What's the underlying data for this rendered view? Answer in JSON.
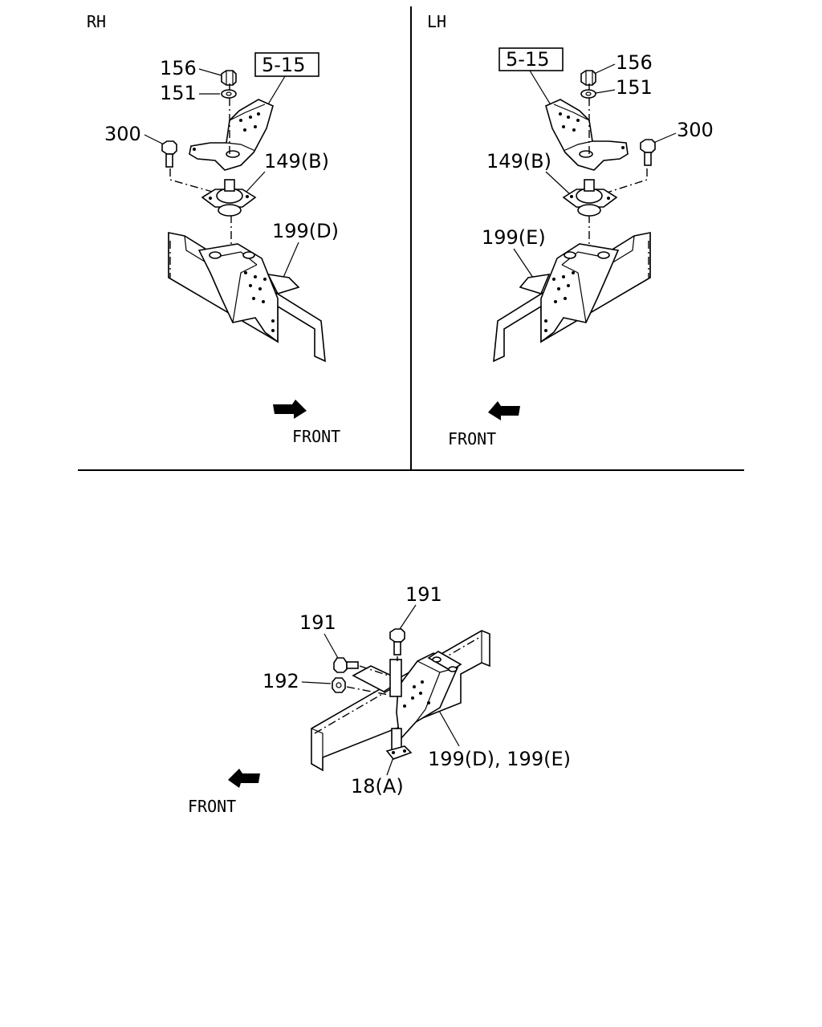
{
  "panels": {
    "rh": {
      "side_label": "RH",
      "ref_box": "5-15",
      "callouts": {
        "nut": "156",
        "washer": "151",
        "bolt": "300",
        "mount": "149(B)",
        "bracket": "199(D)"
      },
      "front_label": "FRONT"
    },
    "lh": {
      "side_label": "LH",
      "ref_box": "5-15",
      "callouts": {
        "nut": "156",
        "washer": "151",
        "bolt": "300",
        "mount": "149(B)",
        "bracket": "199(E)"
      },
      "front_label": "FRONT"
    },
    "bottom": {
      "callouts": {
        "bolt_top": "191",
        "bolt_side": "191",
        "nut": "192",
        "bracket": "199(D), 199(E)",
        "plate": "18(A)"
      },
      "front_label": "FRONT"
    }
  },
  "icons": {
    "front_arrow": "arrow-icon"
  }
}
